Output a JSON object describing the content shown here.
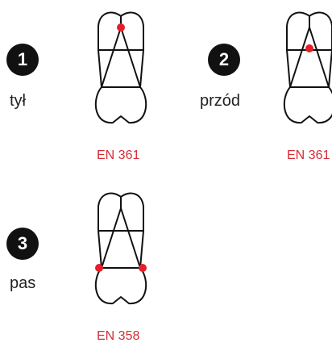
{
  "items": [
    {
      "number": "1",
      "caption": "tył",
      "standard": "EN 361",
      "icon": "harness-back-icon",
      "attachment": "dorsal"
    },
    {
      "number": "2",
      "caption": "przód",
      "standard": "EN 361",
      "icon": "harness-front-icon",
      "attachment": "sternal"
    },
    {
      "number": "3",
      "caption": "pas",
      "standard": "EN 358",
      "icon": "harness-belt-icon",
      "attachment": "side"
    }
  ],
  "colors": {
    "attachment_point": "#e3202a",
    "standard_label": "#d42d34",
    "badge": "#111111"
  }
}
